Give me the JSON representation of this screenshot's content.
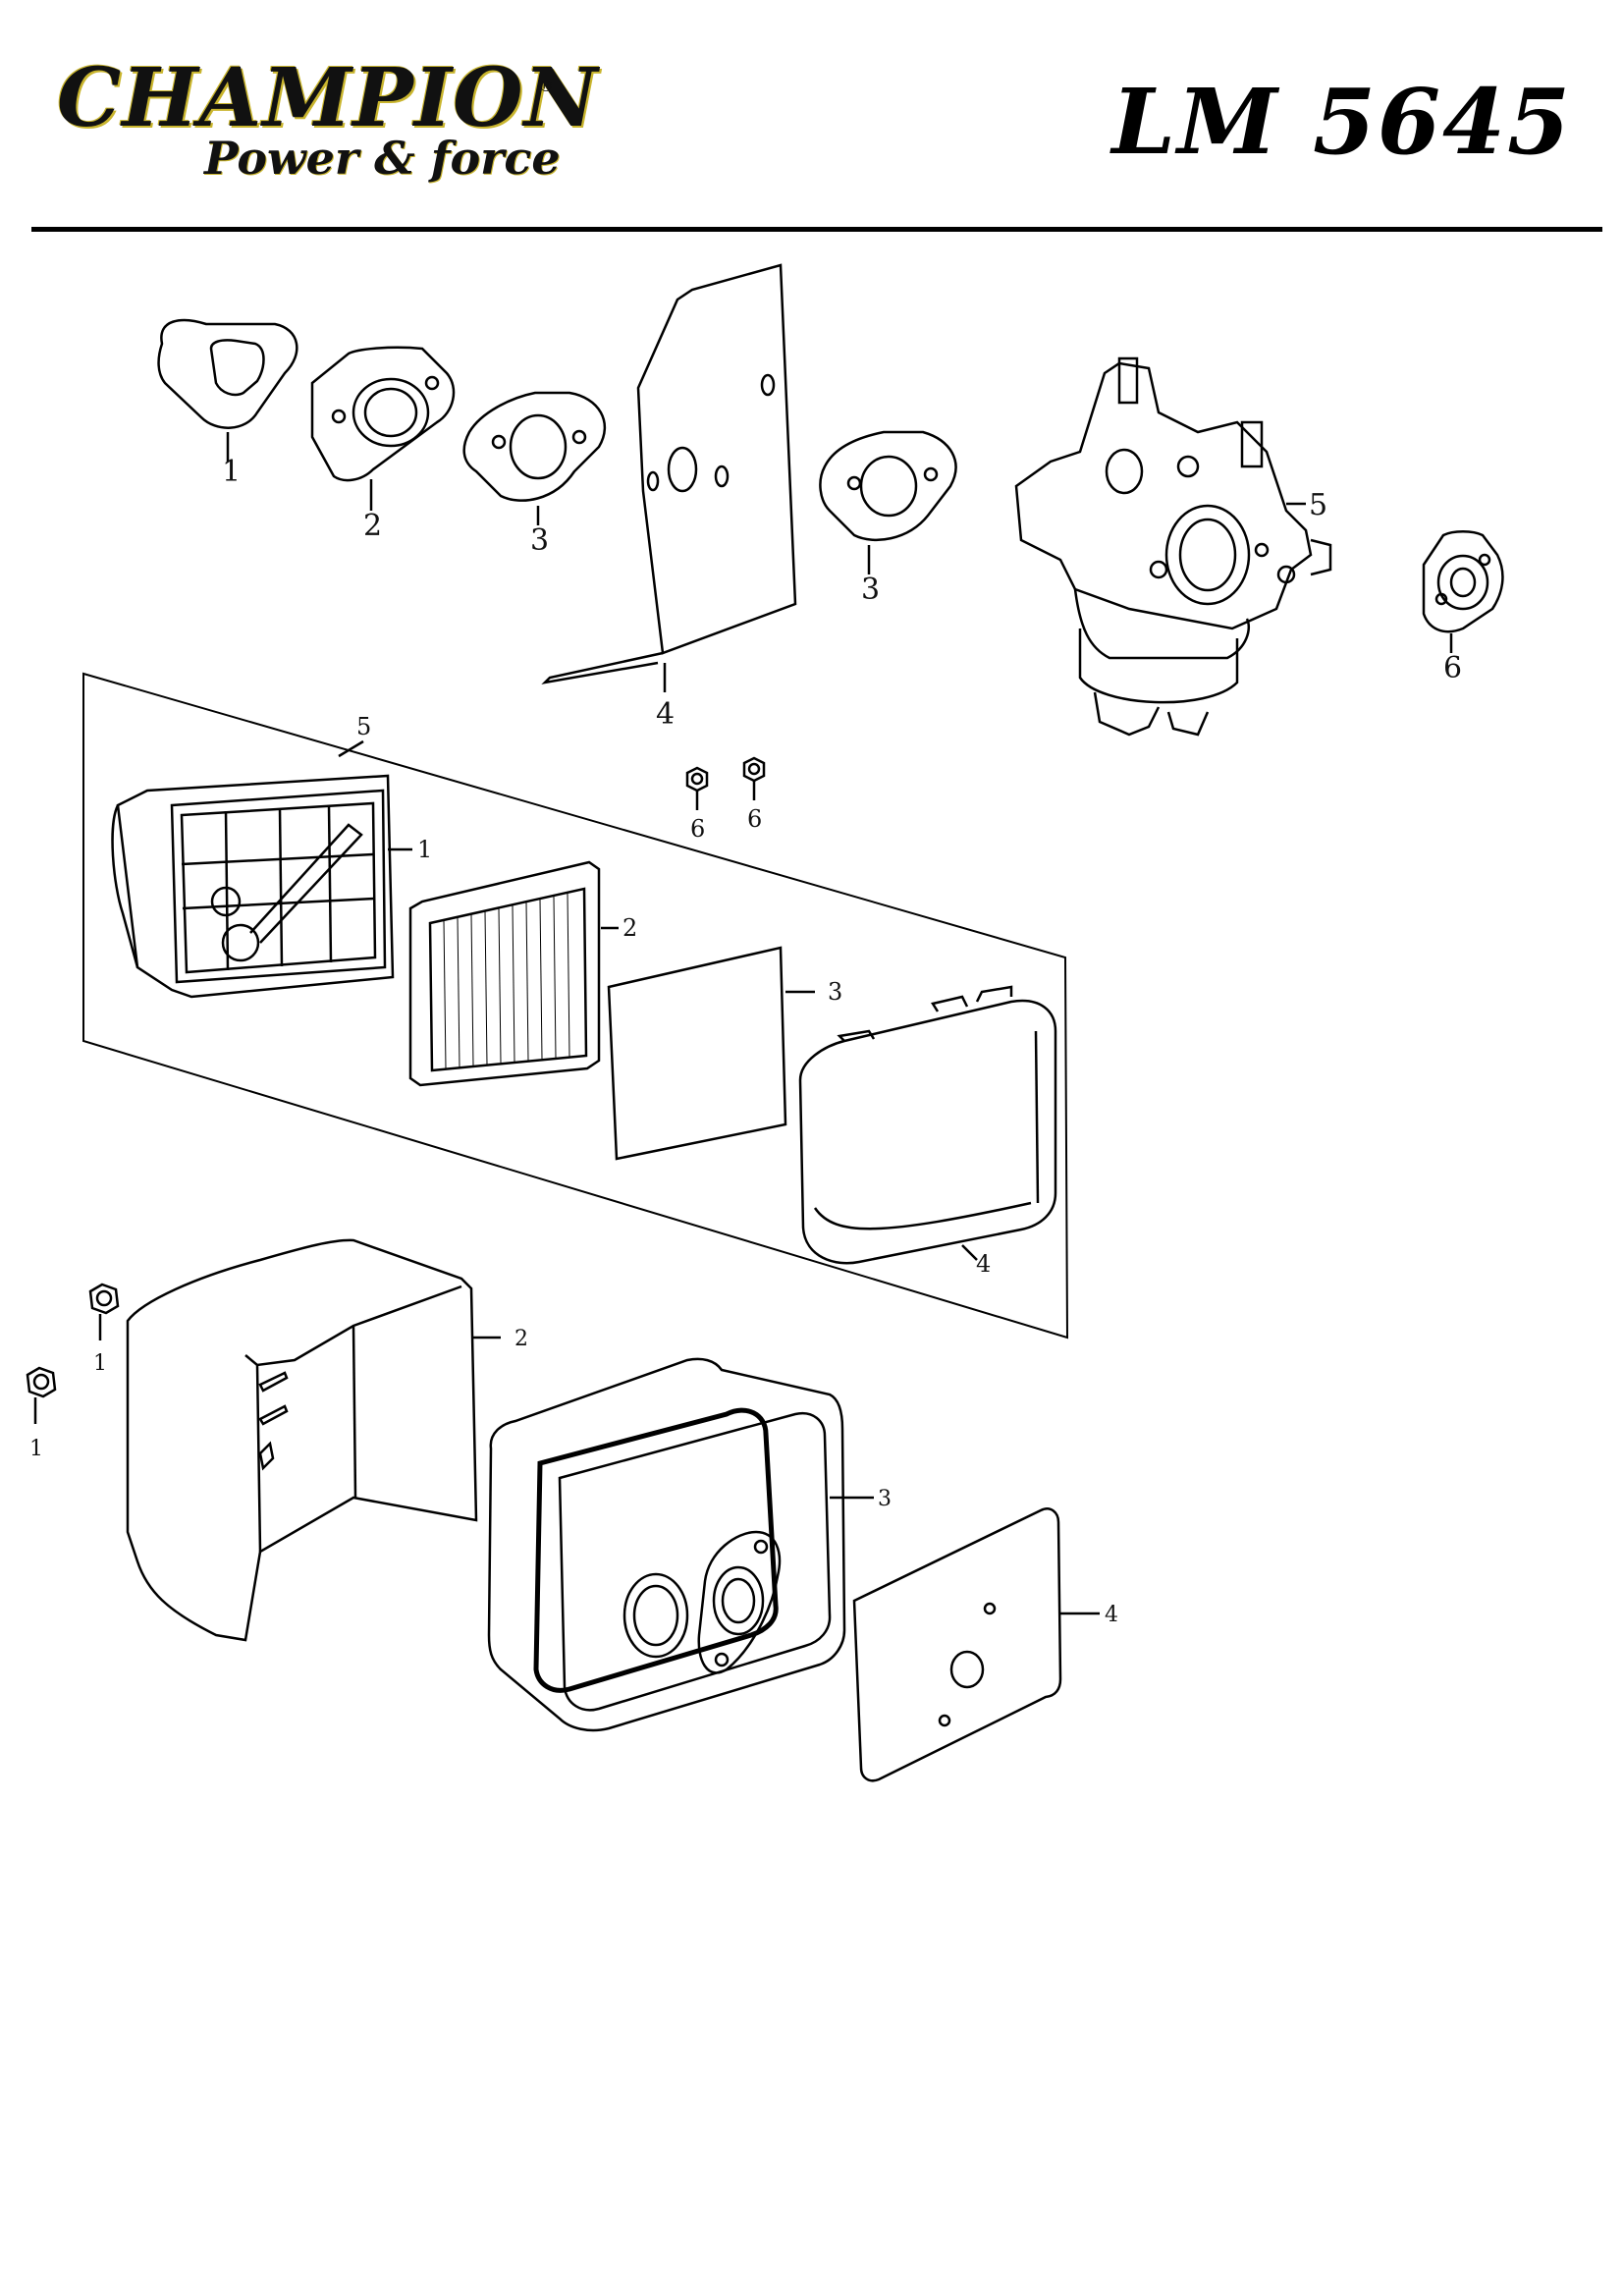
{
  "header": {
    "brand": "CHAMPION",
    "registered_mark": "®",
    "tagline": "Power & force",
    "model": "LM 5645"
  },
  "colors": {
    "line": "#000000",
    "accent": "#c9b52e"
  },
  "groups": {
    "carburetor": {
      "labels": [
        "1",
        "2",
        "3",
        "4",
        "3",
        "5",
        "6"
      ]
    },
    "air_filter": {
      "labels": [
        "5",
        "1",
        "2",
        "3",
        "4",
        "6",
        "6"
      ]
    },
    "muffler": {
      "labels": [
        "1",
        "1",
        "2",
        "3",
        "4"
      ]
    }
  }
}
